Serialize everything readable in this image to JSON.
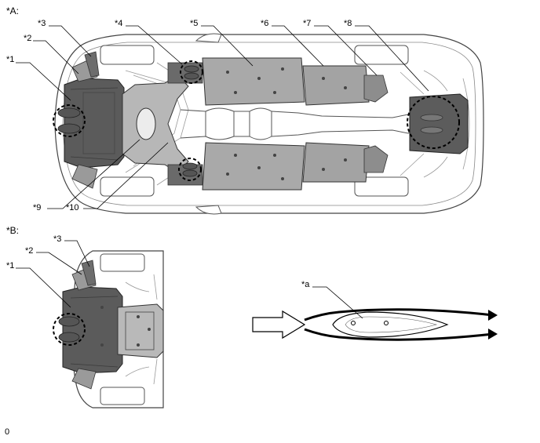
{
  "sections": {
    "a": "*A:",
    "b": "*B:"
  },
  "callouts": {
    "c1": "*1",
    "c2": "*2",
    "c3": "*3",
    "c4": "*4",
    "c5": "*5",
    "c6": "*6",
    "c7": "*7",
    "c8": "*8",
    "c9": "*9",
    "c10": "*10",
    "ca": "*a"
  },
  "footer_code": "0"
}
